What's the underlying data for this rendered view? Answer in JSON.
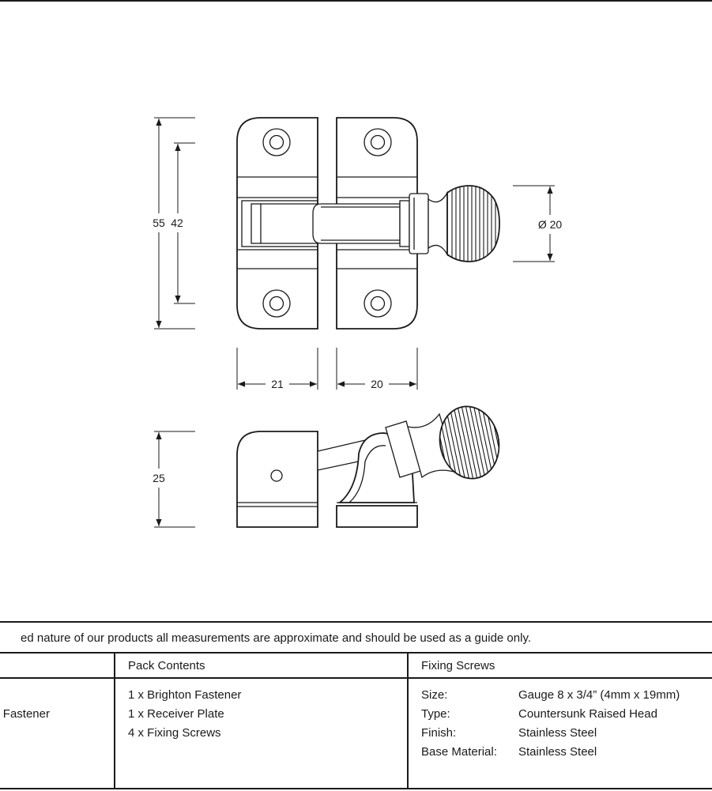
{
  "dimensions": {
    "height_outer": "55",
    "height_inner": "42",
    "diameter": "Ø 20",
    "width_left": "21",
    "width_right": "20",
    "height_side": "25"
  },
  "disclaimer": "ed nature of our products all measurements are approximate and should be used as a guide only.",
  "table": {
    "product_cell": "Fastener",
    "pack_contents": {
      "header": "Pack Contents",
      "items": [
        "1 x Brighton Fastener",
        "1 x Receiver Plate",
        "4 x Fixing Screws"
      ]
    },
    "fixing_screws": {
      "header": "Fixing Screws",
      "rows": [
        {
          "label": "Size:",
          "value": "Gauge 8 x 3/4” (4mm x 19mm)"
        },
        {
          "label": "Type:",
          "value": "Countersunk Raised Head"
        },
        {
          "label": "Finish:",
          "value": "Stainless Steel"
        },
        {
          "label": "Base Material:",
          "value": "Stainless Steel"
        }
      ]
    }
  },
  "colors": {
    "line": "#1a1a1a",
    "background": "#ffffff"
  }
}
